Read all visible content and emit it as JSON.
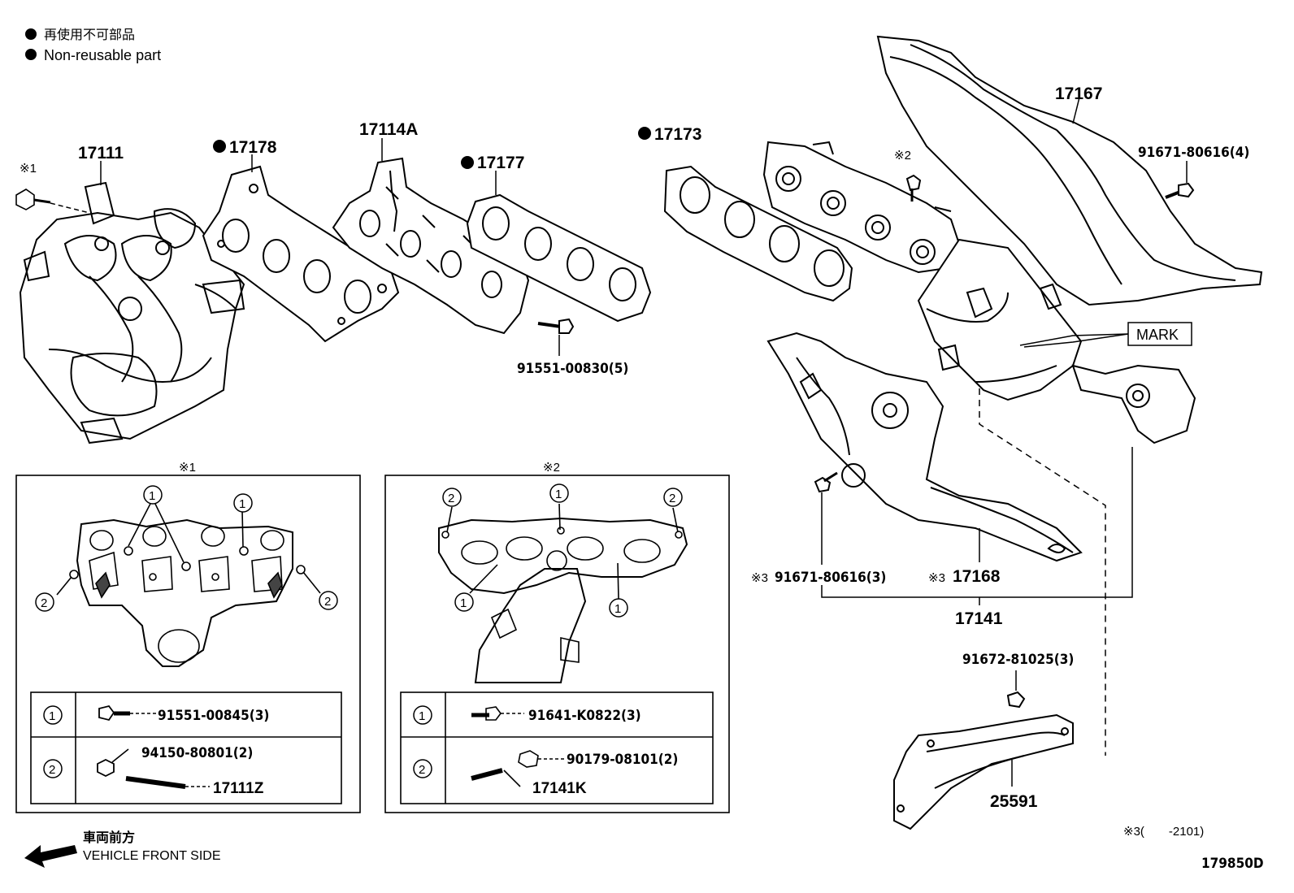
{
  "legend": {
    "bullet": "●",
    "line1": "再使用不可部品",
    "line2": "Non-reusable part"
  },
  "parts": {
    "p17111": "17111",
    "p17178": "17178",
    "p17114A": "17114A",
    "p17177": "17177",
    "p17173": "17173",
    "p17167": "17167",
    "p91671_4": "91671-80616(4)",
    "p91551_00830": "91551-00830(5)",
    "mark": "MARK",
    "p91671_3": "91671-80616(3)",
    "p17168": "17168",
    "p17141": "17141",
    "p91672": "91672-81025(3)",
    "p25591": "25591"
  },
  "refs": {
    "r1": "※1",
    "r2": "※2",
    "r3": "※3",
    "r3note": "※3(　　-2101)"
  },
  "detail1": {
    "title": "※1",
    "row1_num": "1",
    "row1_part": "91551-00845(3)",
    "row2_num": "2",
    "row2_part_a": "94150-80801(2)",
    "row2_part_b": "17111Z"
  },
  "detail2": {
    "title": "※2",
    "row1_num": "1",
    "row1_part": "91641-K0822(3)",
    "row2_num": "2",
    "row2_part_a": "90179-08101(2)",
    "row2_part_b": "17141K"
  },
  "circle_nums": {
    "one": "1",
    "two": "2"
  },
  "direction": {
    "jp": "車両前方",
    "en": "VEHICLE FRONT SIDE"
  },
  "figure_id": "179850D"
}
